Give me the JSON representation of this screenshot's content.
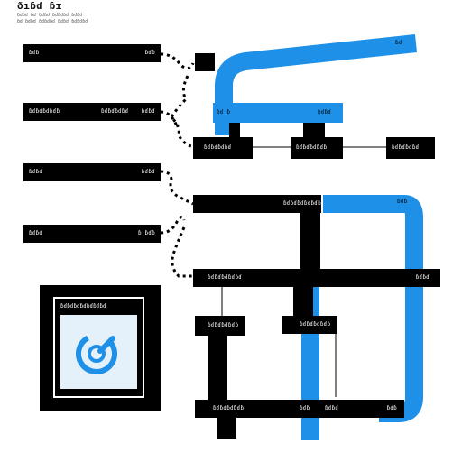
{
  "header": {
    "title": "ðıɓɗ ɓɪ",
    "subtitle_line1": "ɓɗɓɗ ɓɗ ɓɗɓɗ ɓɗɓɗɓɗ ɓɗɓɗ",
    "subtitle_line2": "ɓɗ ɓɗɓɗ ɓɗɓɗɓɗ ɓɗɓɗ ɓɗɓɗɓɗ"
  },
  "left_nodes": [
    {
      "left": "ɓɗɓ",
      "right": "ɓɗɓ"
    },
    {
      "left": "ɓɗɓɗɓɗɓɗɓ",
      "mid": "ɓɗɓɗɓɗɓɗ",
      "right": "ɓɗɓɗ"
    },
    {
      "left": "ɓɗɓɗ",
      "right": "ɓɗɓɗ"
    },
    {
      "left": "ɓɗɓɗ",
      "right": "ɓ ɓɗɓ"
    }
  ],
  "nodes": {
    "top_right_tag": "ɓɗ",
    "center_top_left": "ɓɗ ɓ",
    "center_top_right": "ɓɗɓɗ",
    "row_node_a": "ɓɗɓɗɓɗɓɗ",
    "row_node_b": "ɓɗɓɗɓɗɓɗɓ",
    "row_node_c": "ɓɗɓɗɓɗɓɗ",
    "bus_1_label": "ɓɗɓɗɓɗɓɗɓɗɓ",
    "bus_1_tag": "ɓɗɓ",
    "bus_2_label": "ɓɗɓɗɓɗɓɗɓɗ",
    "bus_2_tag": "ɓɗɓɗ",
    "low_node_left": "ɓɗɓɗɓɗɓɗɓ",
    "low_node_right": "ɓɗɓɗɓɗɓɗɓ",
    "bottom_bus_left": "ɓɗɓɗɓɗɓɗɓ",
    "bottom_bus_mid": "ɓɗɓ",
    "bottom_bus_mid2": "ɓɗɓɗ",
    "bottom_bus_right": "ɓɗɓ"
  },
  "thumbnail": {
    "caption": "ɓɗɓɗɓɗɓɗɓɗɓɗɓɗ",
    "icon": "refresh-check-icon"
  },
  "colors": {
    "ink": "#000000",
    "accent": "#1e90e8",
    "screen": "#e4f1fb"
  }
}
